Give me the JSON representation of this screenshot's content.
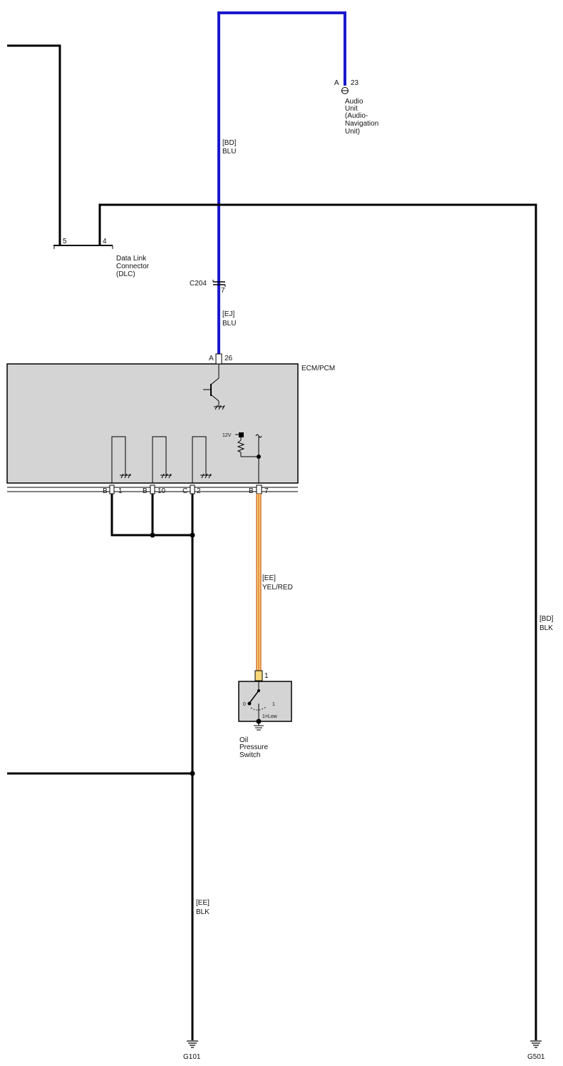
{
  "colors": {
    "background": "#ffffff",
    "wire_black": "#000000",
    "wire_blue": "#1a1acc",
    "wire_yellow": "#f6d77a",
    "wire_red": "#d4541c",
    "module_fill": "#d4d4d4",
    "switch_fill": "#d4d4d4"
  },
  "components": {
    "audio_unit": {
      "connector": "A",
      "pin": "23",
      "label_lines": [
        "Audio",
        "Unit",
        "(Audio-",
        "Navigation",
        "Unit)"
      ]
    },
    "dlc": {
      "pin_left": "5",
      "pin_right": "4",
      "label_lines": [
        "Data Link",
        "Connector",
        "(DLC)"
      ]
    },
    "c204": {
      "name": "C204",
      "pin": "7"
    },
    "ecm": {
      "name": "ECM/PCM",
      "top_connector": "A",
      "top_pin": "26",
      "voltage_label": "12V",
      "bottom_pins": [
        {
          "connector": "B",
          "pin": "1"
        },
        {
          "connector": "B",
          "pin": "10"
        },
        {
          "connector": "C",
          "pin": "2"
        },
        {
          "connector": "B",
          "pin": "7"
        }
      ]
    },
    "oil_switch": {
      "pin": "1",
      "pos_off": "0",
      "pos_on": "1",
      "legend": "1=Low",
      "label_lines": [
        "Oil",
        "Pressure",
        "Switch"
      ]
    }
  },
  "wires": {
    "bd_blu": {
      "code": "[BD]",
      "color": "BLU"
    },
    "ej_blu": {
      "code": "[EJ]",
      "color": "BLU"
    },
    "ee_yelred": {
      "code": "[EE]",
      "color": "YEL/RED"
    },
    "ee_blk": {
      "code": "[EE]",
      "color": "BLK"
    },
    "bd_blk": {
      "code": "[BD]",
      "color": "BLK"
    }
  },
  "grounds": {
    "g101": "G101",
    "g501": "G501"
  }
}
